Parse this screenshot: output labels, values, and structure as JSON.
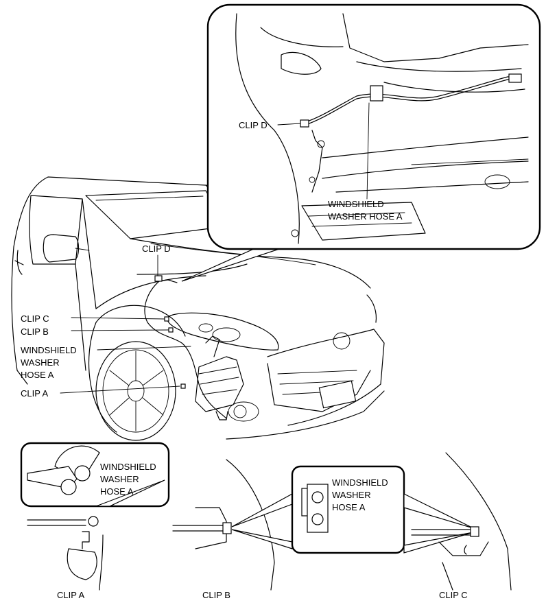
{
  "diagram": {
    "labels": {
      "inset_clip_d": "CLIP D",
      "inset_hose_1": "WINDSHIELD",
      "inset_hose_2": "WASHER HOSE A",
      "car_clip_d": "CLIP D",
      "car_clip_c": "CLIP C",
      "car_clip_b": "CLIP B",
      "car_hose_1": "WINDSHIELD",
      "car_hose_2": "WASHER",
      "car_hose_3": "HOSE A",
      "car_clip_a": "CLIP A",
      "detail_a_hose_1": "WINDSHIELD",
      "detail_a_hose_2": "WASHER",
      "detail_a_hose_3": "HOSE A",
      "detail_bc_hose_1": "WINDSHIELD",
      "detail_bc_hose_2": "WASHER",
      "detail_bc_hose_3": "HOSE A",
      "caption_a": "CLIP A",
      "caption_b": "CLIP B",
      "caption_c": "CLIP C"
    }
  }
}
